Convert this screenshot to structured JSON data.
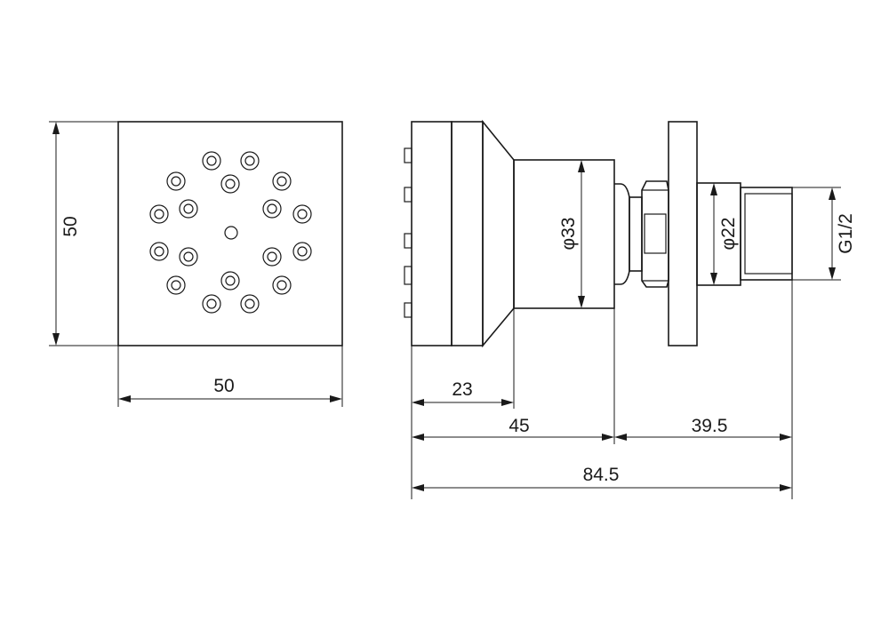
{
  "front_view": {
    "width_label": "50",
    "height_label": "50"
  },
  "side_view": {
    "diameter_body_label": "φ33",
    "diameter_neck_label": "φ22",
    "thread_label": "G1/2",
    "len_head_label": "23",
    "len_body_label": "45",
    "len_connector_label": "39.5",
    "len_total_label": "84.5"
  }
}
